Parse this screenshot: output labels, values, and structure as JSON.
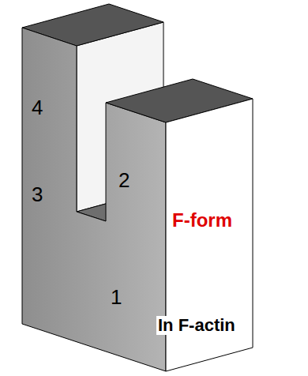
{
  "diagram": {
    "labels": [
      "4",
      "2",
      "3",
      "1",
      "F-form",
      "In F-actin"
    ]
  }
}
